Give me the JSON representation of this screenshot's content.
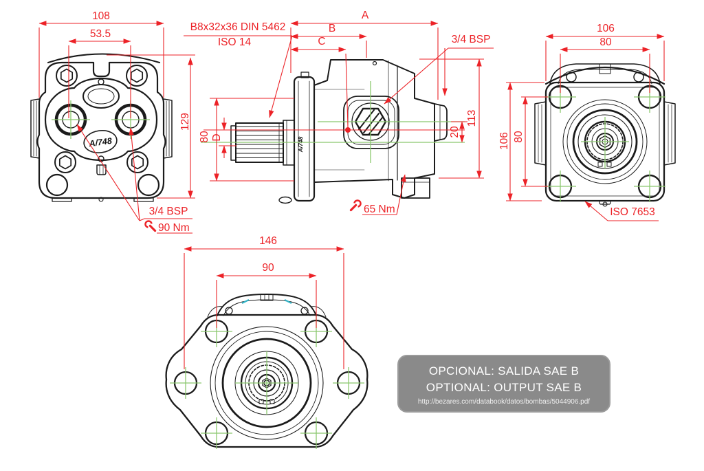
{
  "colors": {
    "dimension_red": "#ec2227",
    "centerline_green": "#8bc86e",
    "detail_cyan": "#35b6c9",
    "drawing_black": "#1b1b1b",
    "note_box_bg": "#8a8a8a",
    "note_box_text": "#ffffff"
  },
  "front_view": {
    "dim_width": "108",
    "dim_port_spacing": "53.5",
    "dim_height": "129",
    "port_thread_label": "3/4 BSP",
    "torque_label": "90 Nm",
    "part_number": "A/748"
  },
  "side_view": {
    "spline_spec": "B8x32x36 DIN 5462",
    "spline_standard": "ISO 14",
    "dim_overall": "A",
    "dim_body": "B",
    "dim_front": "C",
    "dim_pilot": "80",
    "dim_shaft_diameter": "D",
    "dim_height": "113",
    "dim_port_offset": "20",
    "port_thread_label": "3/4 BSP",
    "torque_label": "65 Nm",
    "part_number": "A/748"
  },
  "rear_view": {
    "dim_width": "106",
    "dim_bolt_spacing_horizontal": "80",
    "dim_height": "106",
    "dim_bolt_spacing_vertical": "80",
    "mount_standard_label": "ISO 7653"
  },
  "bottom_view": {
    "dim_width": "146",
    "dim_bolt_spacing": "90"
  },
  "note_box": {
    "line_spanish": "OPCIONAL: SALIDA SAE B",
    "line_english": "OPTIONAL: OUTPUT SAE B",
    "url": "http://bezares.com/databook/datos/bombas/5044906.pdf"
  }
}
